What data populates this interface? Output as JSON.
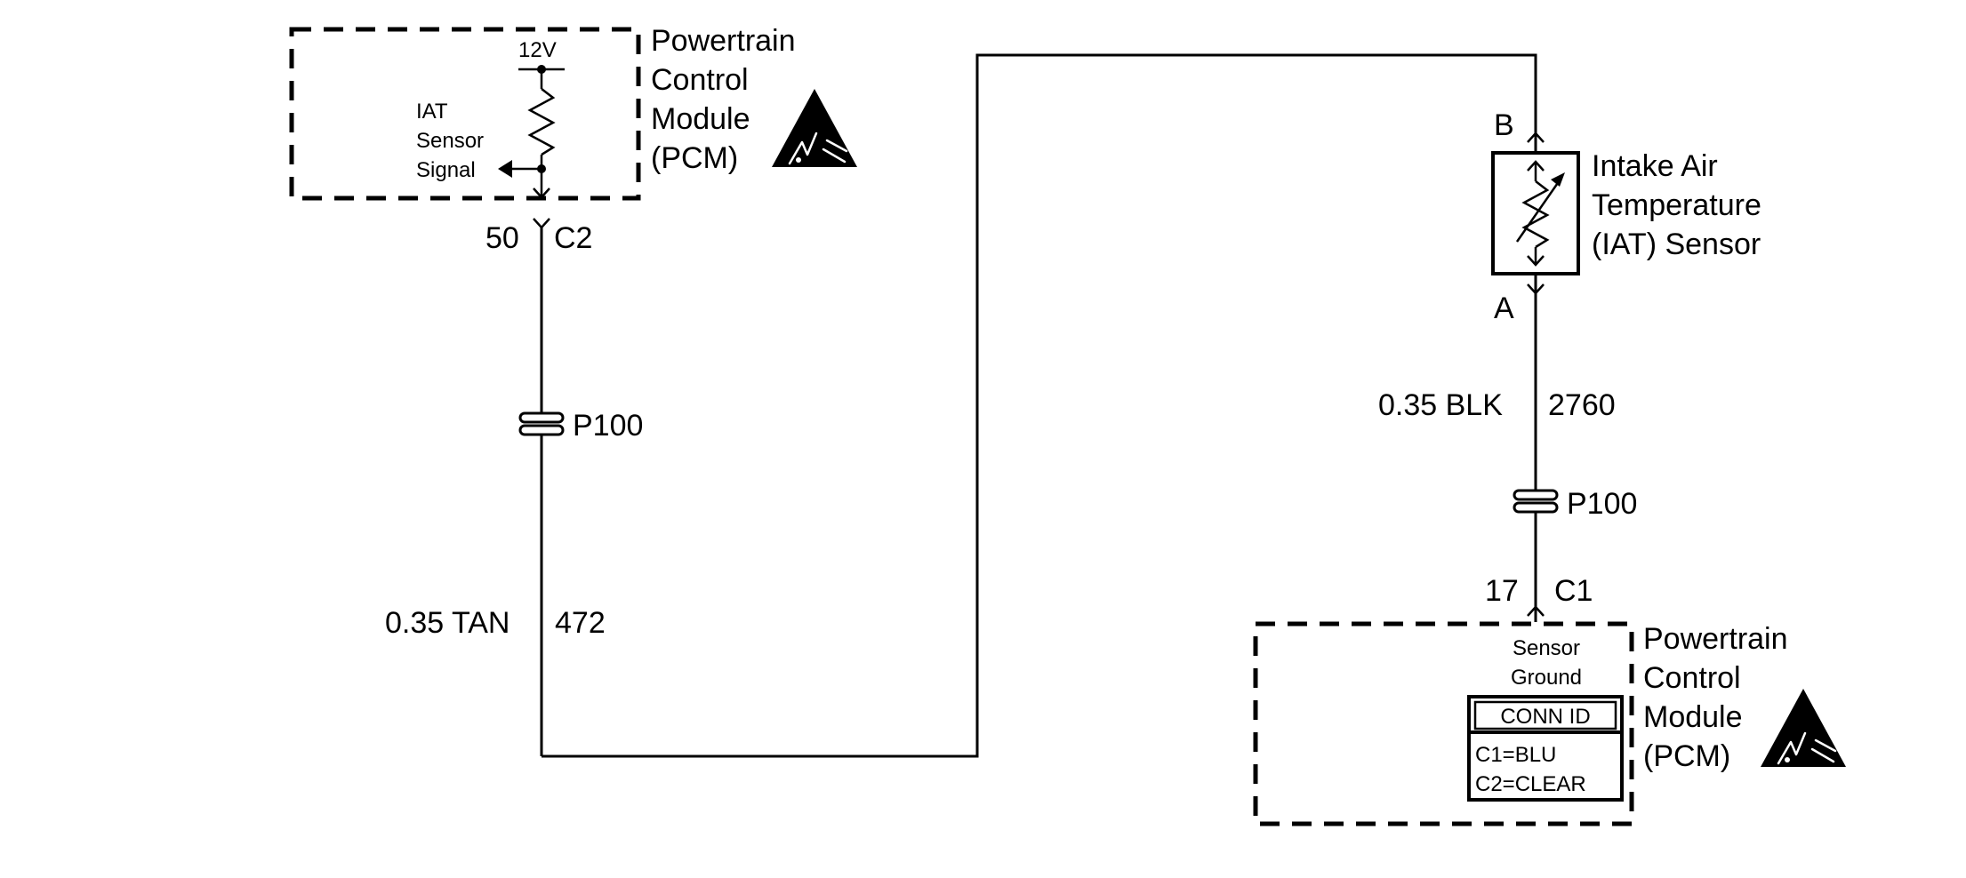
{
  "pcm_top": {
    "module_lines": [
      "Powertrain",
      "Control",
      "Module",
      "(PCM)"
    ],
    "voltage": "12V",
    "signal_lines": [
      "IAT",
      "Sensor",
      "Signal"
    ],
    "pin": "50",
    "connector": "C2"
  },
  "splice_left": {
    "label": "P100"
  },
  "wire_left": {
    "gauge_color": "0.35 TAN",
    "circuit": "472"
  },
  "sensor": {
    "name_lines": [
      "Intake Air",
      "Temperature",
      "(IAT) Sensor"
    ],
    "terminal_top": "B",
    "terminal_bottom": "A"
  },
  "wire_right": {
    "gauge_color": "0.35 BLK",
    "circuit": "2760"
  },
  "splice_right": {
    "label": "P100"
  },
  "pcm_bottom": {
    "pin": "17",
    "connector": "C1",
    "ground_lines": [
      "Sensor",
      "Ground"
    ],
    "module_lines": [
      "Powertrain",
      "Control",
      "Module",
      "(PCM)"
    ],
    "conn_id": {
      "header": "CONN ID",
      "rows": [
        "C1=BLU",
        "C2=CLEAR"
      ]
    }
  },
  "icons": {
    "esd": "esd-sensitive-icon",
    "resistor": "pull-up-resistor-icon",
    "thermistor": "variable-resistor-icon",
    "splice": "splice-icon",
    "connector": "connector-terminal-icon"
  }
}
